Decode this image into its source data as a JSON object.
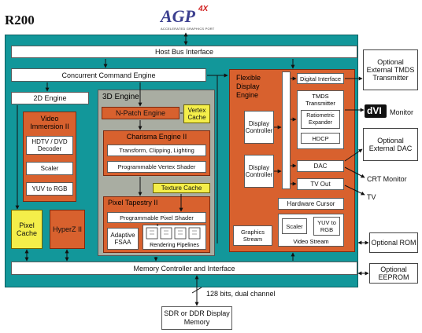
{
  "title": "R200",
  "logo": {
    "text": "AGP",
    "superscript": "4X",
    "tagline": "ACCELERATED GRAPHICS PORT"
  },
  "blocks": {
    "host_bus": "Host Bus Interface",
    "concurrent_cmd": "Concurrent Command Engine",
    "engine_2d": "2D Engine",
    "video_immersion": "Video Immersion II",
    "hdtv_decoder": "HDTV / DVD Decoder",
    "scaler": "Scaler",
    "yuv_rgb": "YUV to RGB",
    "pixel_cache": "Pixel Cache",
    "hyperz": "HyperZ II",
    "engine_3d": "3D Engine",
    "npatch": "N-Patch Engine",
    "vertex_cache": "Vertex Cache",
    "charisma": "Charisma Engine II",
    "transform": "Transform, Clipping, Lighting",
    "prog_vertex": "Programmable Vertex Shader",
    "texture_cache": "Texture Cache",
    "pixel_tapestry": "Pixel Tapestry II",
    "prog_pixel": "Programmable Pixel Shader",
    "adaptive_fsaa": "Adaptive FSAA",
    "render_pipes": "Rendering Pipelines",
    "flexible_display": "Flexible Display Engine",
    "display_ctrl_1": "Display Controller",
    "display_ctrl_2": "Display Controller",
    "digital_iface": "Digital Interface",
    "tmds": "TMDS Transmitter",
    "ratiometric": "Ratiometric Expander",
    "hdcp": "HDCP",
    "dac": "DAC",
    "tv_out": "TV Out",
    "hw_cursor": "Hardware Cursor",
    "graphics_stream": "Graphics Stream",
    "scaler2": "Scaler",
    "yuv_rgb2": "YUV to RGB",
    "video_stream": "Video Stream",
    "mem_ctrl": "Memory Controller and Interface",
    "bus_note": "128 bits, dual channel",
    "memory": "SDR or DDR Display Memory"
  },
  "external": {
    "tmds_tx": "Optional External TMDS Transmitter",
    "dvi_logo": "dVI",
    "dvi_monitor": "Monitor",
    "ext_dac": "Optional External DAC",
    "crt": "CRT Monitor",
    "tv": "TV",
    "rom": "Optional ROM",
    "eeprom": "Optional EEPROM"
  },
  "colors": {
    "chip": "#12979a",
    "block": "#d8612e",
    "cache": "#f4ee4a",
    "engine3d": "#a9ada2"
  }
}
